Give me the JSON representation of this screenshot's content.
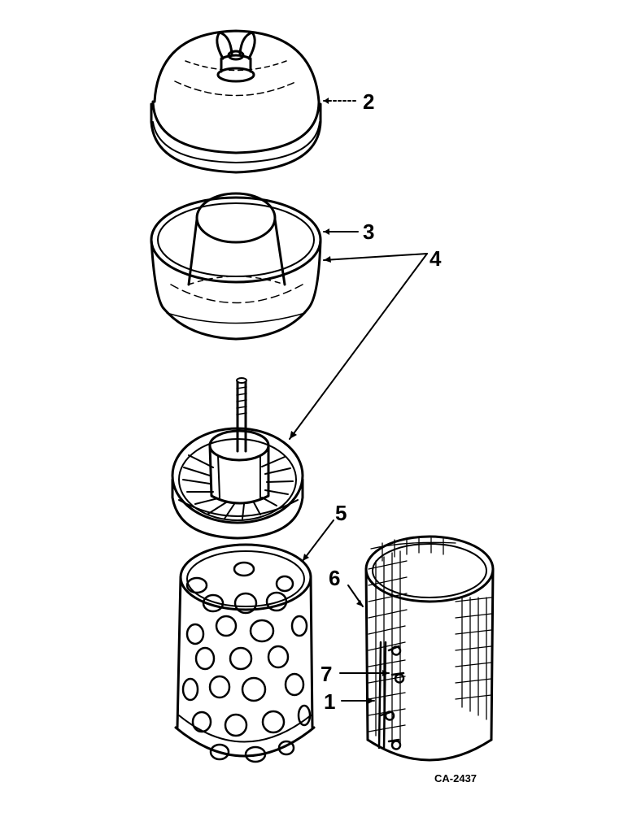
{
  "callouts": {
    "c1": "1",
    "c2": "2",
    "c3": "3",
    "c4": "4",
    "c5": "5",
    "c6": "6",
    "c7": "7"
  },
  "drawing_number": "CA-2437",
  "colors": {
    "ink": "#000000",
    "paper": "#ffffff"
  }
}
